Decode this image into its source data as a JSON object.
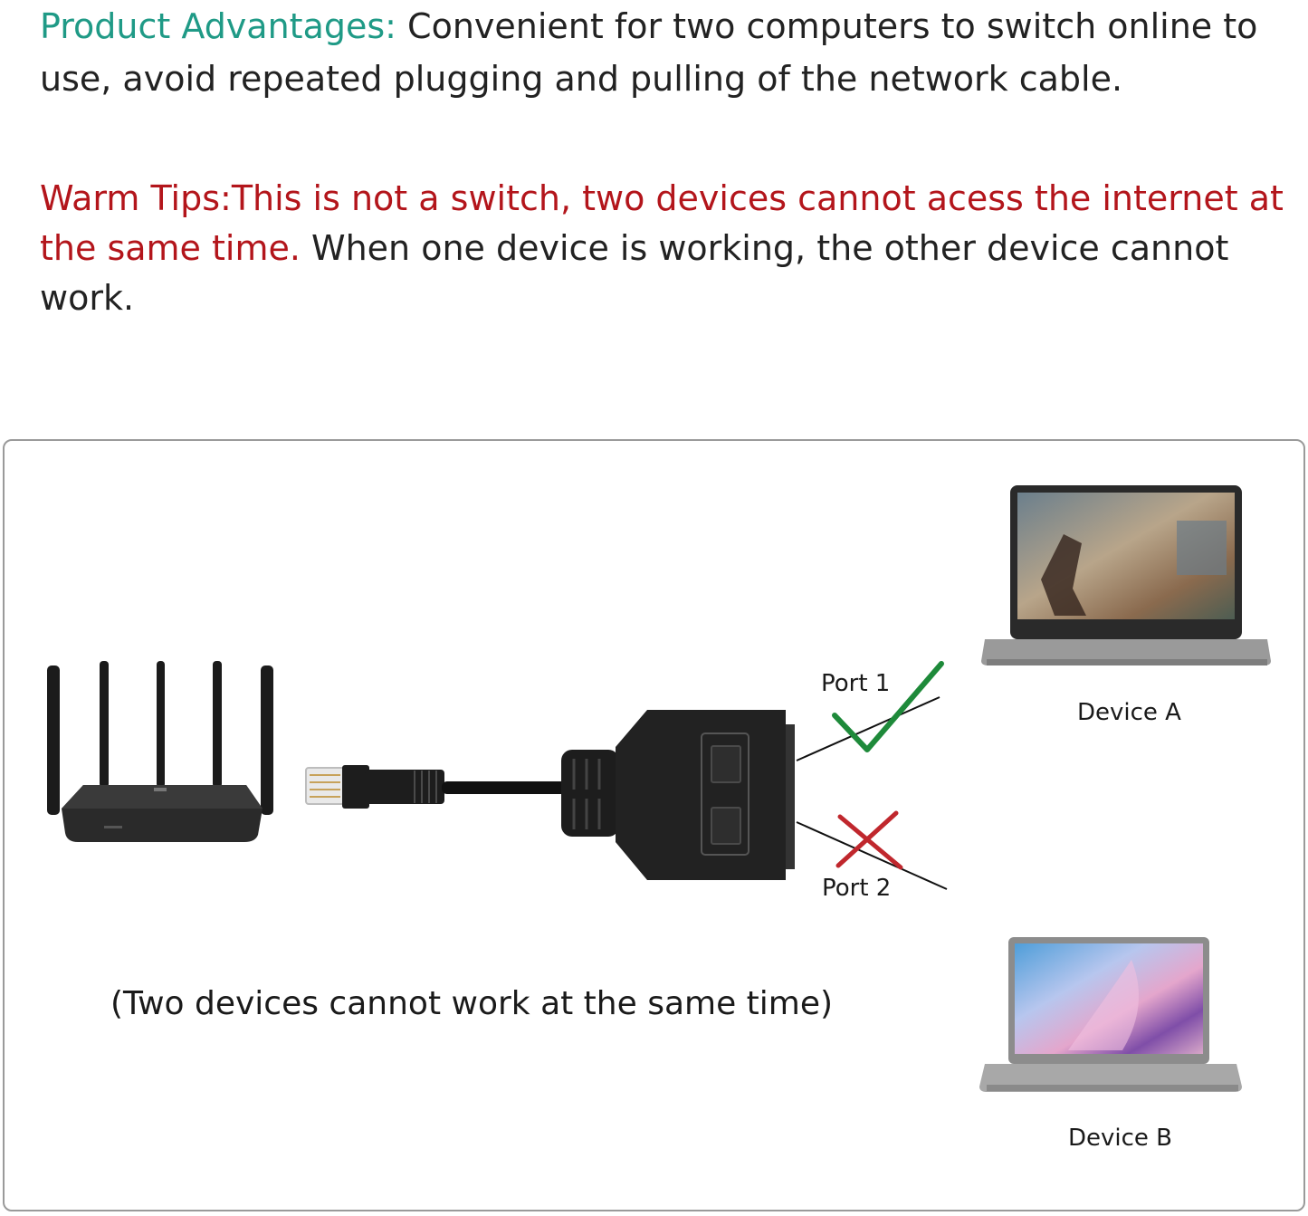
{
  "advantages": {
    "lead": "Product Advantages:",
    "text": " Convenient for two computers to switch online to use, avoid repeated plugging and pulling of the network cable."
  },
  "tips": {
    "lead": "Warm Tips:",
    "warning": "This is not a switch, two devices cannot acess the internet at the same time.",
    "text": " When one device is working, the other device cannot work."
  },
  "diagram": {
    "port1": "Port 1",
    "port2": "Port 2",
    "device_a": "Device A",
    "device_b": "Device B",
    "caption": "(Two devices cannot work at the same time)",
    "port1_status_icon": "check-icon",
    "port2_status_icon": "cross-icon"
  },
  "colors": {
    "advantages_lead": "#1f9a86",
    "tips_red": "#b3151b",
    "check_green": "#1e8a3a",
    "cross_red": "#c0272d"
  }
}
